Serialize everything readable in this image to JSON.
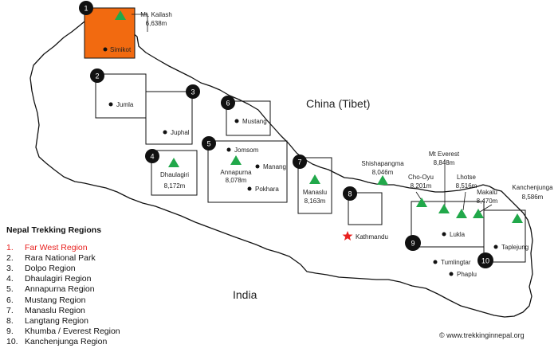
{
  "labels": {
    "china": "China (Tibet)",
    "india": "India"
  },
  "regions": [
    {
      "num": "1"
    },
    {
      "num": "2"
    },
    {
      "num": "3"
    },
    {
      "num": "4"
    },
    {
      "num": "5"
    },
    {
      "num": "6"
    },
    {
      "num": "7"
    },
    {
      "num": "8"
    },
    {
      "num": "9"
    },
    {
      "num": "10"
    }
  ],
  "places": {
    "simikot": "Simikot",
    "jumla": "Jumla",
    "juphal": "Juphal",
    "mustang": "Mustang",
    "jomsom": "Jomsom",
    "manang": "Manang",
    "pokhara": "Pokhara",
    "kathmandu": "Kathmandu",
    "lukla": "Lukla",
    "tumlingtar": "Tumlingtar",
    "phaplu": "Phaplu",
    "taplejung": "Taplejung"
  },
  "peaks": {
    "kailash": {
      "name": "Mt. Kailash",
      "height": "6,638m"
    },
    "dhaulagiri": {
      "name": "Dhaulagiri",
      "height": "8,172m"
    },
    "annapurna": {
      "name": "Annapurna",
      "height": "8,078m"
    },
    "manaslu": {
      "name": "Manaslu",
      "height": "8,163m"
    },
    "shishapangma": {
      "name": "Shishapangma",
      "height": "8,046m"
    },
    "choyu": {
      "name": "Cho-Oyu",
      "height": "8,201m"
    },
    "everest": {
      "name": "Mt Everest",
      "height": "8,848m"
    },
    "lhotse": {
      "name": "Lhotse",
      "height": "8,516m"
    },
    "makalu": {
      "name": "Makalu",
      "height": "8,470m"
    },
    "kanchenjunga": {
      "name": "Kanchenjunga",
      "height": "8,586m"
    }
  },
  "legend": {
    "title": "Nepal Trekking Regions",
    "items": [
      {
        "num": "1.",
        "label": "Far West Region"
      },
      {
        "num": "2.",
        "label": "Rara National Park"
      },
      {
        "num": "3.",
        "label": "Dolpo Region"
      },
      {
        "num": "4.",
        "label": "Dhaulagiri Region"
      },
      {
        "num": "5.",
        "label": "Annapurna Region"
      },
      {
        "num": "6.",
        "label": "Mustang Region"
      },
      {
        "num": "7.",
        "label": "Manaslu Region"
      },
      {
        "num": "8.",
        "label": "Langtang Region"
      },
      {
        "num": "9.",
        "label": "Khumba / Everest Region"
      },
      {
        "num": "10.",
        "label": "Kanchenjunga Region"
      }
    ]
  },
  "copyright": "© www.trekkinginnepal.org",
  "colors": {
    "highlight_region": "#f26a10",
    "peak_triangle": "#21a84a",
    "kathmandu_star": "#e8201e",
    "active_legend_item": "#e8201e",
    "region_marker": "#111111"
  }
}
